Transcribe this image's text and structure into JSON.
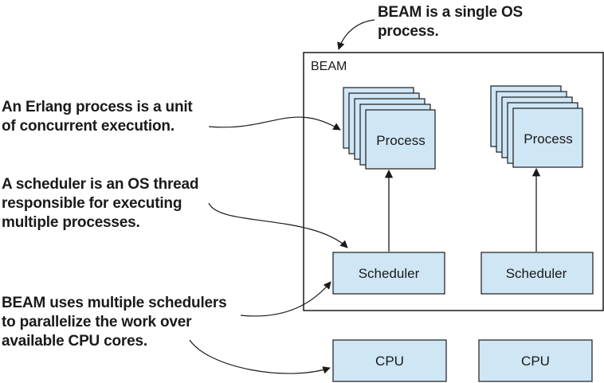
{
  "diagram": {
    "beam_box_title": "BEAM",
    "process_label": "Process",
    "scheduler_label": "Scheduler",
    "cpu_label": "CPU",
    "colors": {
      "box_fill": "#cfe6f5",
      "stroke": "#1a1a1a",
      "text": "#1a1a1a",
      "background": "#ffffff"
    }
  },
  "annotations": {
    "beam_single_process": [
      "BEAM is a single OS",
      "process."
    ],
    "erlang_process": [
      "An Erlang process is a unit",
      "of concurrent execution."
    ],
    "scheduler": [
      "A scheduler is an OS thread",
      "responsible for executing",
      "multiple processes."
    ],
    "multiple_schedulers": [
      "BEAM uses multiple schedulers",
      "to parallelize the work over",
      "available CPU cores."
    ]
  }
}
